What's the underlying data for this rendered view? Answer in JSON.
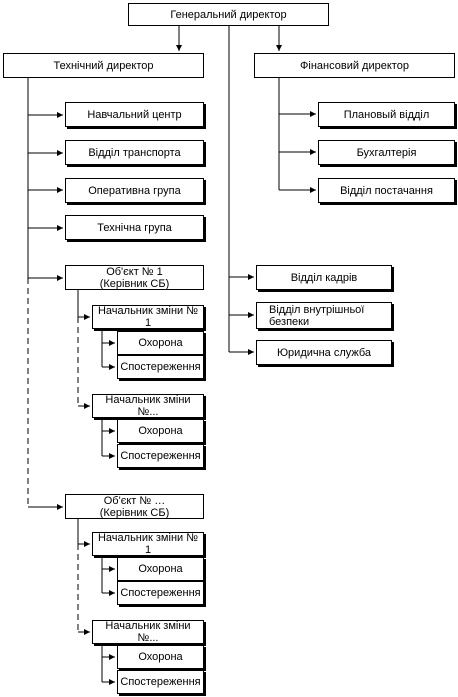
{
  "general_director": "Генеральний директор",
  "technical_director": "Технічний директор",
  "financial_director": "Фінансовий директор",
  "tech_departments": [
    "Навчальний центр",
    "Відділ транспорта",
    "Оперативна група",
    "Технічна група"
  ],
  "fin_departments": [
    "Плановый відділ",
    "Бухгалтерія",
    "Відділ постачання"
  ],
  "central_departments": [
    "Відділ кадрів",
    "Відділ внутрішньої\nбезпеки",
    "Юридична служба"
  ],
  "objects": [
    {
      "title": "Об'єкт № 1\n(Керівник СБ)",
      "shifts": [
        {
          "title": "Начальник зміни № 1",
          "units": [
            "Охорона",
            "Спостереження"
          ]
        },
        {
          "title": "Начальник зміни №...",
          "units": [
            "Охорона",
            "Спостереження"
          ]
        }
      ]
    },
    {
      "title": "Об'єкт № …\n(Керівник СБ)",
      "shifts": [
        {
          "title": "Начальник зміни № 1",
          "units": [
            "Охорона",
            "Спостереження"
          ]
        },
        {
          "title": "Начальник зміни №...",
          "units": [
            "Охорона",
            "Спостереження"
          ]
        }
      ]
    }
  ]
}
